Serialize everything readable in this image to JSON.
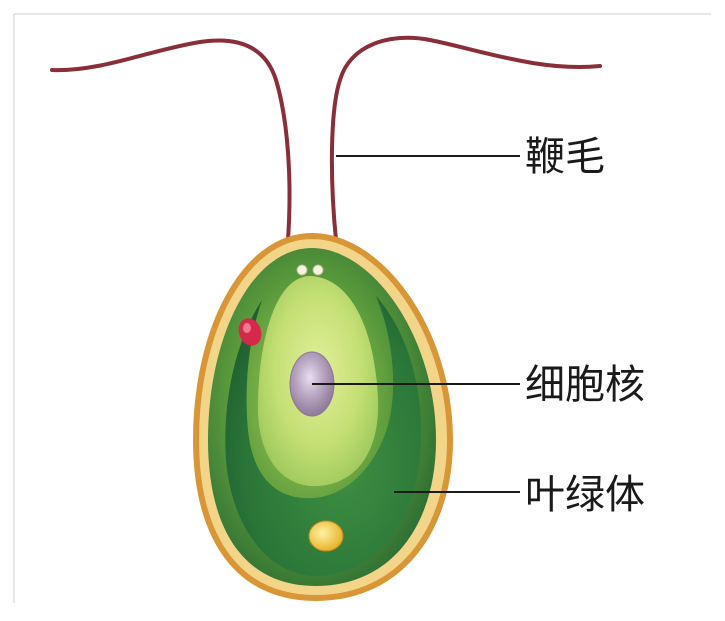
{
  "labels": {
    "flagellum": "鞭毛",
    "nucleus": "细胞核",
    "chloroplast": "叶绿体"
  },
  "colors": {
    "flagellum": "#8a2e3a",
    "cell_wall": "#e6a24a",
    "chloroplast_dark": "#2e7d3e",
    "cytoplasm_light": "#c8e07a",
    "nucleus": "#b3a2b8",
    "eyespot": "#d6284a",
    "starch_granule": "#f2c23a",
    "leader_line": "#1a1a1a"
  }
}
